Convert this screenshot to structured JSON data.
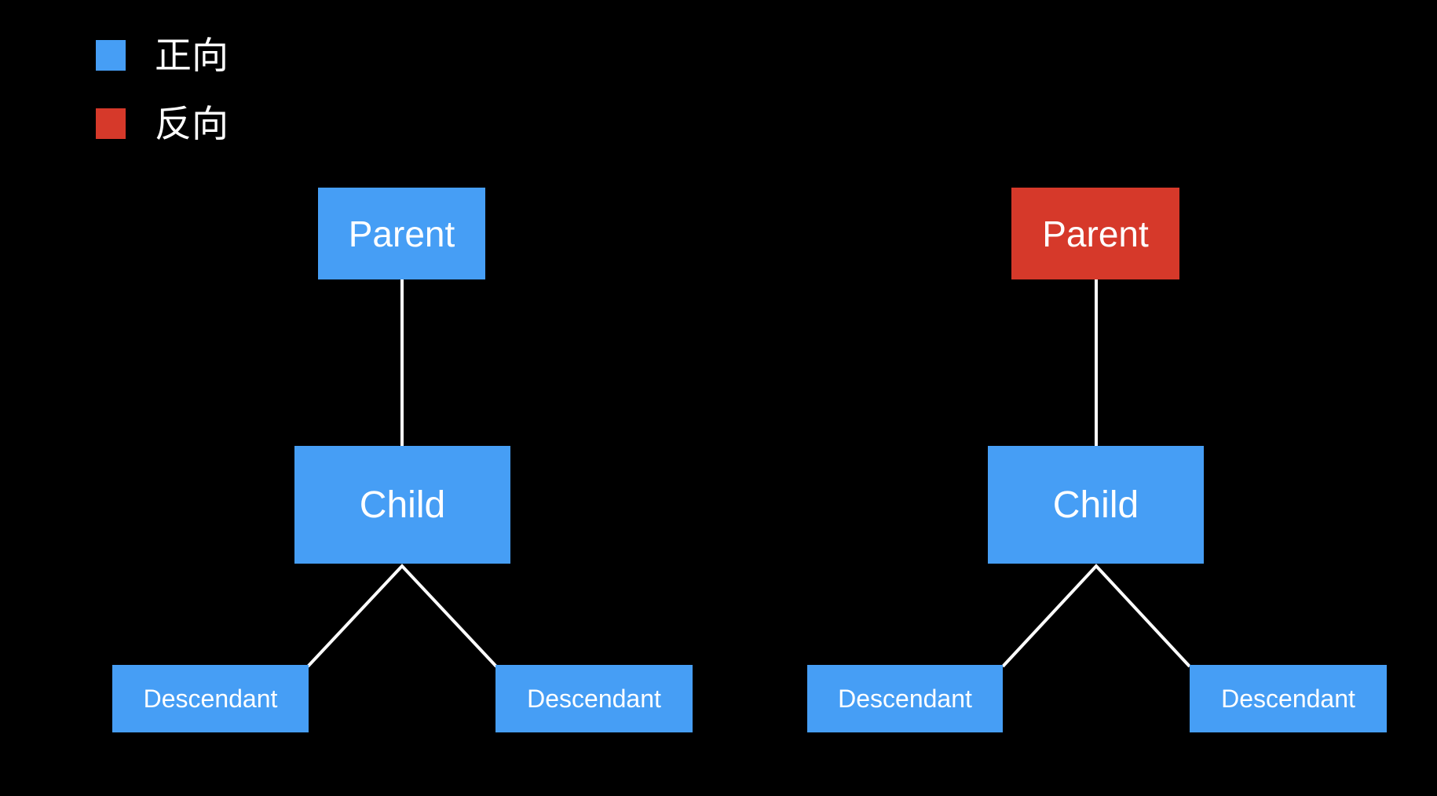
{
  "colors": {
    "background": "#000000",
    "forward": "#469EF5",
    "reverse": "#D6392A",
    "line": "#FFFFFF",
    "text": "#FFFFFF"
  },
  "legend": {
    "items": [
      {
        "id": "forward",
        "label": "正向",
        "color": "#469EF5"
      },
      {
        "id": "reverse",
        "label": "反向",
        "color": "#D6392A"
      }
    ]
  },
  "trees": [
    {
      "id": "forward-tree",
      "nodes": {
        "parent": {
          "label": "Parent",
          "color": "#469EF5"
        },
        "child": {
          "label": "Child",
          "color": "#469EF5"
        },
        "descendant_left": {
          "label": "Descendant",
          "color": "#469EF5"
        },
        "descendant_right": {
          "label": "Descendant",
          "color": "#469EF5"
        }
      }
    },
    {
      "id": "reverse-tree",
      "nodes": {
        "parent": {
          "label": "Parent",
          "color": "#D6392A"
        },
        "child": {
          "label": "Child",
          "color": "#469EF5"
        },
        "descendant_left": {
          "label": "Descendant",
          "color": "#469EF5"
        },
        "descendant_right": {
          "label": "Descendant",
          "color": "#469EF5"
        }
      }
    }
  ]
}
